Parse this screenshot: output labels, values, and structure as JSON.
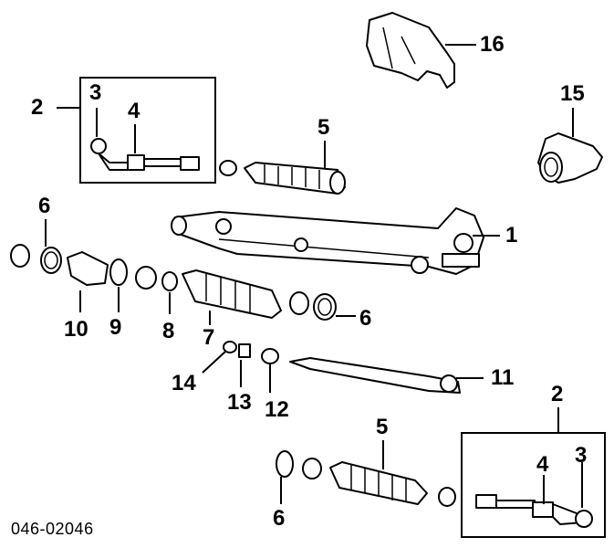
{
  "diagram_id": "046-02046",
  "callouts": [
    {
      "key": "c1",
      "label": "1"
    },
    {
      "key": "c2a",
      "label": "2"
    },
    {
      "key": "c2b",
      "label": "2"
    },
    {
      "key": "c3a",
      "label": "3"
    },
    {
      "key": "c3b",
      "label": "3"
    },
    {
      "key": "c4a",
      "label": "4"
    },
    {
      "key": "c4b",
      "label": "4"
    },
    {
      "key": "c5a",
      "label": "5"
    },
    {
      "key": "c5b",
      "label": "5"
    },
    {
      "key": "c6a",
      "label": "6"
    },
    {
      "key": "c6b",
      "label": "6"
    },
    {
      "key": "c6c",
      "label": "6"
    },
    {
      "key": "c7",
      "label": "7"
    },
    {
      "key": "c8",
      "label": "8"
    },
    {
      "key": "c9",
      "label": "9"
    },
    {
      "key": "c10",
      "label": "10"
    },
    {
      "key": "c11",
      "label": "11"
    },
    {
      "key": "c12",
      "label": "12"
    },
    {
      "key": "c13",
      "label": "13"
    },
    {
      "key": "c14",
      "label": "14"
    },
    {
      "key": "c15",
      "label": "15"
    },
    {
      "key": "c16",
      "label": "16"
    }
  ]
}
